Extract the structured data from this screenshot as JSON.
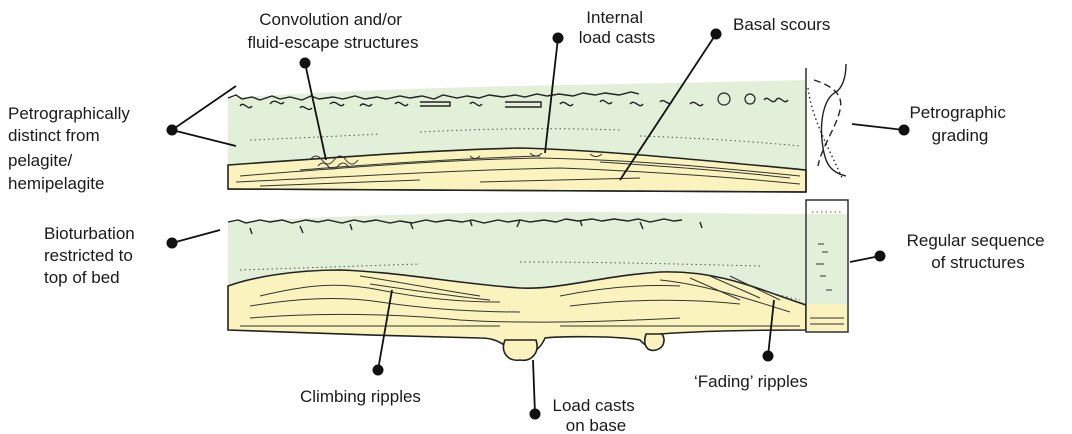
{
  "labels": {
    "convolution": [
      "Convolution and/or",
      "fluid-escape structures"
    ],
    "internal_load_casts": [
      "Internal",
      "load casts"
    ],
    "basal_scours": [
      "Basal scours"
    ],
    "petrographically_distinct": [
      "Petrographically",
      "distinct from",
      "pelagite/",
      "hemipelagite"
    ],
    "petrographic_grading": [
      "Petrographic",
      "grading"
    ],
    "bioturbation": [
      "Bioturbation",
      "restricted to",
      "top of bed"
    ],
    "regular_sequence": [
      "Regular sequence",
      "of structures"
    ],
    "climbing_ripples": [
      "Climbing ripples"
    ],
    "load_casts_base": [
      "Load casts",
      "on base"
    ],
    "fading_ripples": [
      "‘Fading’ ripples"
    ]
  }
}
